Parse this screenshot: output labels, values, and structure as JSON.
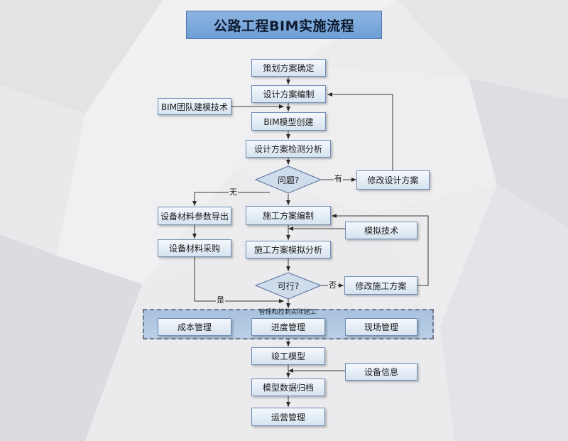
{
  "title": "公路工程BIM实施流程",
  "nodes": {
    "plan_confirm": "策划方案确定",
    "design_compile": "设计方案编制",
    "bim_team": "BIM团队建模技术",
    "bim_model": "BIM模型创建",
    "design_check": "设计方案检测分析",
    "question": "问题?",
    "modify_design": "修改设计方案",
    "equip_export": "设备材料参数导出",
    "construct_compile": "施工方案编制",
    "sim_tech": "模拟技术",
    "equip_purchase": "设备材料采购",
    "construct_sim": "施工方案模拟分析",
    "feasible": "可行?",
    "modify_construct": "修改施工方案",
    "cost_mgmt": "成本管理",
    "progress_mgmt": "进度管理",
    "site_mgmt": "现场管理",
    "completion_model": "竣工模型",
    "equip_info": "设备信息",
    "data_archive": "模型数据归档",
    "operation_mgmt": "运营管理"
  },
  "group_label": "管理和控制实际施工",
  "edge_labels": {
    "yes_have": "有",
    "none": "无",
    "no": "否",
    "yes": "是"
  }
}
